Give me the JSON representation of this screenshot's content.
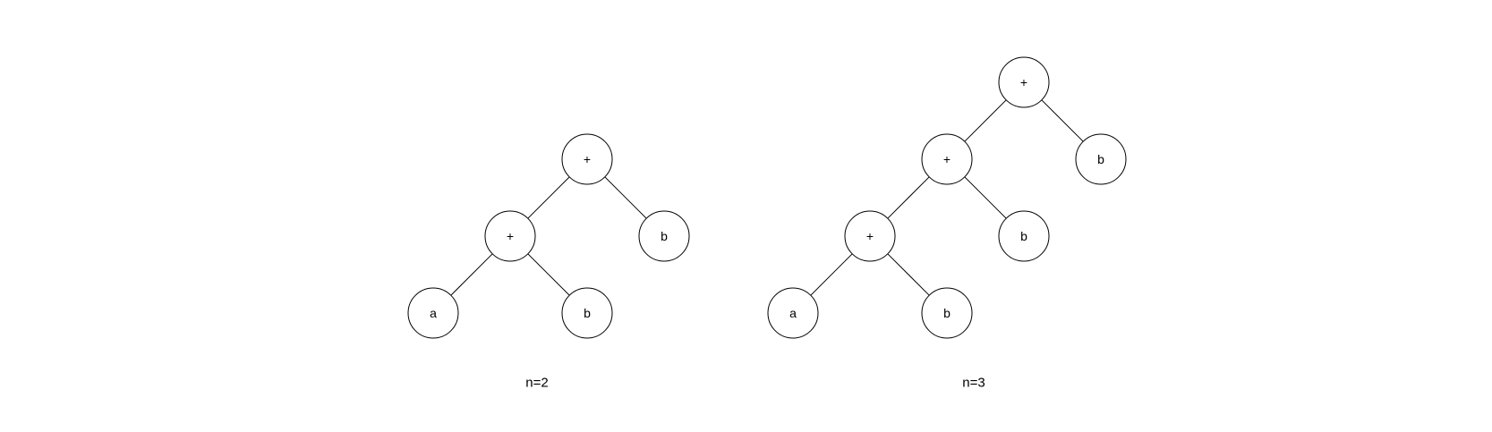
{
  "trees": [
    {
      "caption": "n=2",
      "nodes": [
        {
          "id": "root",
          "label": "+",
          "col": 2,
          "row": 0
        },
        {
          "id": "plus",
          "label": "+",
          "col": 1,
          "row": 1
        },
        {
          "id": "b_top",
          "label": "b",
          "col": 3,
          "row": 1
        },
        {
          "id": "a",
          "label": "a",
          "col": 0,
          "row": 2
        },
        {
          "id": "b_bottom",
          "label": "b",
          "col": 2,
          "row": 2
        }
      ],
      "edges": [
        [
          "root",
          "plus"
        ],
        [
          "root",
          "b_top"
        ],
        [
          "plus",
          "a"
        ],
        [
          "plus",
          "b_bottom"
        ]
      ]
    },
    {
      "caption": "n=3",
      "nodes": [
        {
          "id": "root",
          "label": "+",
          "col": 3,
          "row": 0
        },
        {
          "id": "plus1",
          "label": "+",
          "col": 2,
          "row": 1
        },
        {
          "id": "b1",
          "label": "b",
          "col": 4,
          "row": 1
        },
        {
          "id": "plus2",
          "label": "+",
          "col": 1,
          "row": 2
        },
        {
          "id": "b2",
          "label": "b",
          "col": 3,
          "row": 2
        },
        {
          "id": "a",
          "label": "a",
          "col": 0,
          "row": 3
        },
        {
          "id": "b3",
          "label": "b",
          "col": 2,
          "row": 3
        }
      ],
      "edges": [
        [
          "root",
          "plus1"
        ],
        [
          "root",
          "b1"
        ],
        [
          "plus1",
          "plus2"
        ],
        [
          "plus1",
          "b2"
        ],
        [
          "plus2",
          "a"
        ],
        [
          "plus2",
          "b3"
        ]
      ]
    }
  ]
}
